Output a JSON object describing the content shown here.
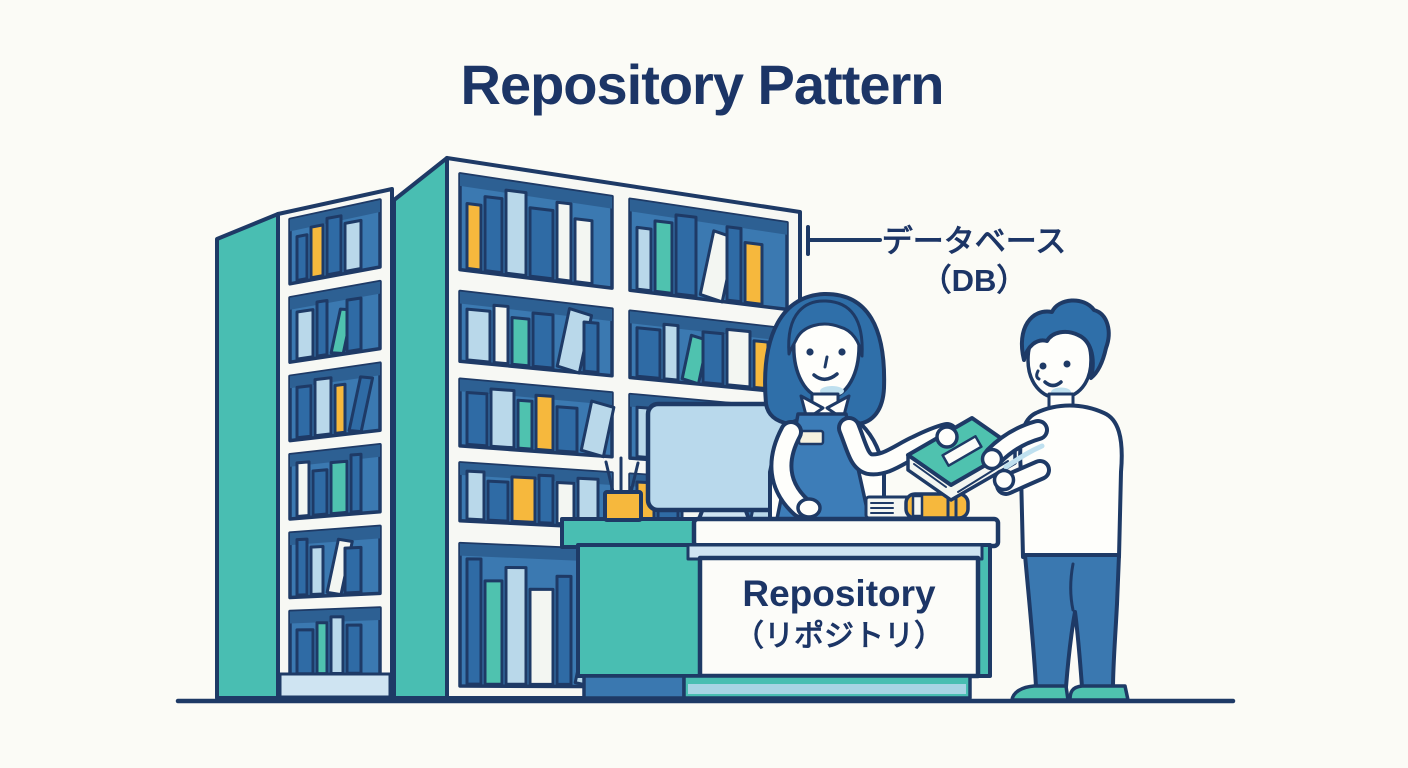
{
  "title": "Repository Pattern",
  "callouts": {
    "db_line1": "データベース",
    "db_line2": "（DB）",
    "repository_line1": "Repository",
    "repository_line2": "（リポジトリ）"
  },
  "palette": {
    "bg": "#FBFBF6",
    "navy": "#1E3A66",
    "titleNavy": "#1C3566",
    "teal": "#49BEB2",
    "frameWhite": "#F7F8F4",
    "panelWhite": "#FCFCF9",
    "stripeBlue": "#CFE4F2",
    "baseStripe": "#A8D4E4",
    "shelfBlue": "#3B79B1",
    "shelfBlueDark": "#2D6093",
    "bookBlue": "#2F6BA5",
    "bookLightBlue": "#B9D8EA",
    "bookTeal": "#4FC2AF",
    "bookWhite": "#F3F6F2",
    "bookYellow": "#F6B83D",
    "hairBlue": "#2F6FA9",
    "apronBlue": "#3D7DB8",
    "pantsBlue": "#3A78B0",
    "skin": "#FEFEFB",
    "shadowBlue": "#BFE0EF",
    "monitorBlue": "#B9D9EC",
    "standBlue": "#CFE4F2",
    "tagCream": "#F6F2DF"
  },
  "bookshelves": {
    "left_rows": [
      "b y b l t w>",
      "l b t> b w l",
      "b l y b> t l",
      "w b t b l> b",
      "b l w> b t l",
      "b t l b w> l"
    ],
    "right_left_rows": [
      "y b l b w w l> t",
      "l w t b l> b w",
      "b l t y b l> w",
      "l b y b w l t>",
      "b t l w b l> t w"
    ],
    "right_right_rows": [
      "l t b w> b y t l",
      "b l t> b w y l",
      "l b w b t l> y",
      "y b w l t l>",
      "b l t w b>"
    ]
  }
}
